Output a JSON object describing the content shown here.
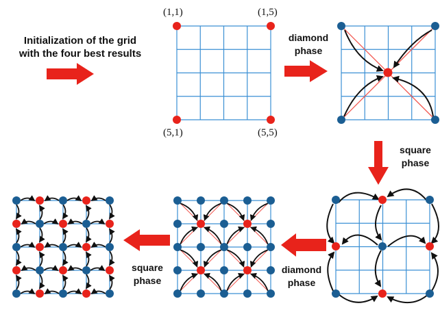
{
  "title_lines": [
    "Initialization of the grid",
    "with the four best results"
  ],
  "corner_labels": {
    "top_left": "(1,1)",
    "top_right": "(1,5)",
    "bottom_left": "(5,1)",
    "bottom_right": "(5,5)"
  },
  "phase_labels": {
    "diamond_top": [
      "diamond",
      "phase"
    ],
    "square_right": [
      "square",
      "phase"
    ],
    "diamond_bottom": [
      "diamond",
      "phase"
    ],
    "square_left": [
      "square",
      "phase"
    ]
  },
  "colors": {
    "grid_line": "#3a8fd4",
    "new_point": "#e8231b",
    "existing_point": "#1b5e93",
    "arrow": "#e8231b",
    "diagonal": "#f2564e",
    "curve": "#111111"
  },
  "grid_size": 5
}
